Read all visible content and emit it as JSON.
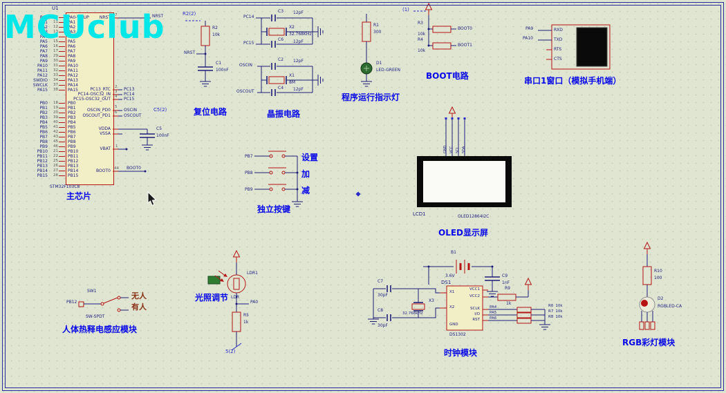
{
  "canvas": {
    "bg": "#dfe5d1",
    "grid_dot": "#c7cdb9",
    "frame": "#2a2aa0",
    "wire": "#1c1c78",
    "component_outline": "#b41414",
    "component_fill": "#f2eec6",
    "module_label_color": "#0808e8",
    "annotation_color": "#2a2ac8",
    "state_label_color": "#8a3014"
  },
  "watermark": {
    "text": "MCUclub",
    "color": "#00e7e7"
  },
  "chip": {
    "ref": "U1",
    "part": "STM32F103C8",
    "module_label": "主芯片",
    "pa_pins": [
      {
        "net": "PA0",
        "num": "10",
        "inner": "PA0-WKUP"
      },
      {
        "net": "PA1",
        "num": "11",
        "inner": "PA1"
      },
      {
        "net": "PA2",
        "num": "12",
        "inner": "PA2"
      },
      {
        "net": "PA3",
        "num": "13",
        "inner": "PA3"
      },
      {
        "net": "PA4",
        "num": "14",
        "inner": "PA4"
      },
      {
        "net": "PA5",
        "num": "15",
        "inner": "PA5"
      },
      {
        "net": "PA6",
        "num": "16",
        "inner": "PA6"
      },
      {
        "net": "PA7",
        "num": "17",
        "inner": "PA7"
      },
      {
        "net": "PA8",
        "num": "29",
        "inner": "PA8"
      },
      {
        "net": "PA9",
        "num": "30",
        "inner": "PA9"
      },
      {
        "net": "PA10",
        "num": "31",
        "inner": "PA10"
      },
      {
        "net": "PA11",
        "num": "32",
        "inner": "PA11"
      },
      {
        "net": "PA12",
        "num": "33",
        "inner": "PA12"
      },
      {
        "net": "SWDIO",
        "num": "34",
        "inner": "PA13"
      },
      {
        "net": "SWCLK",
        "num": "37",
        "inner": "PA14"
      },
      {
        "net": "PA15",
        "num": "38",
        "inner": "PA15"
      }
    ],
    "pb_pins": [
      {
        "net": "PB0",
        "num": "18",
        "inner": "PB0"
      },
      {
        "net": "PB1",
        "num": "19",
        "inner": "PB1"
      },
      {
        "net": "PB2",
        "num": "20",
        "inner": "PB2"
      },
      {
        "net": "PB3",
        "num": "39",
        "inner": "PB3"
      },
      {
        "net": "PB4",
        "num": "40",
        "inner": "PB4"
      },
      {
        "net": "PB5",
        "num": "41",
        "inner": "PB5"
      },
      {
        "net": "PB6",
        "num": "42",
        "inner": "PB6"
      },
      {
        "net": "PB7",
        "num": "43",
        "inner": "PB7"
      },
      {
        "net": "PB8",
        "num": "45",
        "inner": "PB8"
      },
      {
        "net": "PB9",
        "num": "46",
        "inner": "PB9"
      },
      {
        "net": "PB10",
        "num": "21",
        "inner": "PB10"
      },
      {
        "net": "PB11",
        "num": "22",
        "inner": "PB11"
      },
      {
        "net": "PB12",
        "num": "25",
        "inner": "PB12"
      },
      {
        "net": "PB13",
        "num": "26",
        "inner": "PB13"
      },
      {
        "net": "PB14",
        "num": "27",
        "inner": "PB14"
      },
      {
        "net": "PB15",
        "num": "28",
        "inner": "PB15"
      }
    ],
    "right": {
      "nrst": {
        "num": "7",
        "inner": "NRST",
        "net": "NRST"
      },
      "pc13": {
        "num": "2",
        "inner": "PC13_RTC",
        "net": "PC13"
      },
      "pc14": {
        "num": "3",
        "inner": "PC14-OSC32_IN",
        "net": "PC14"
      },
      "pc15": {
        "num": "4",
        "inner": "PC15-OSC32_OUT",
        "net": "PC15"
      },
      "oscin": {
        "num": "5",
        "inner": "OSCIN_PD0",
        "net": "OSCIN"
      },
      "oscout": {
        "num": "6",
        "inner": "OSCOUT_PD1",
        "net": "OSCOUT"
      },
      "vdda": {
        "inner": "VDDA"
      },
      "vssa": {
        "inner": "VSSA"
      },
      "vbat": {
        "num": "1",
        "inner": "VBAT"
      },
      "boot0": {
        "num": "44",
        "inner": "BOOT0",
        "net": "BOOT0"
      },
      "c5": {
        "ref": "C5",
        "val": "100nF",
        "note": "C5(2)"
      }
    }
  },
  "reset": {
    "label": "复位电路",
    "note": "R2(2)",
    "r_ref": "R2",
    "r_val": "10k",
    "net": "NRST",
    "c_ref": "C1",
    "c_val": "100nF"
  },
  "crystal": {
    "label": "晶振电路",
    "lse": {
      "net_top": "PC14",
      "net_bottom": "PC15",
      "cap_top": {
        "ref": "C3",
        "val": "12pF"
      },
      "xtal": {
        "ref": "X2",
        "val": "32.768KHz"
      },
      "cap_bottom": {
        "ref": "C6",
        "val": "12pF"
      }
    },
    "hse": {
      "net_top": "OSCIN",
      "net_bottom": "OSCOUT",
      "cap_top": {
        "ref": "C2",
        "val": "12pF"
      },
      "xtal": {
        "ref": "X1",
        "val": "8M"
      },
      "cap_bottom": {
        "ref": "C4",
        "val": "12pF"
      }
    }
  },
  "indicator": {
    "label": "程序运行指示灯",
    "r_ref": "R1",
    "r_val": "300",
    "d_ref": "D1",
    "d_part": "LED-GREEN"
  },
  "boot": {
    "label": "BOOT电路",
    "note": "(1)",
    "r3_ref": "R3",
    "r3_val": "10k",
    "r4_ref": "R4",
    "r4_val": "10k",
    "net_top": "BOOT0",
    "net_bottom": "BOOT1"
  },
  "serial": {
    "label": "串口1窗口（模拟手机端）",
    "net_rx": "PA9",
    "net_tx": "PA10",
    "pins": [
      "RXD",
      "TXD",
      "RTS",
      "CTS"
    ]
  },
  "keys": {
    "label": "独立按键",
    "rows": [
      {
        "net": "PB7",
        "cn": "设置"
      },
      {
        "net": "PB8",
        "cn": "加"
      },
      {
        "net": "PB9",
        "cn": "减"
      }
    ]
  },
  "oled": {
    "label": "OLED显示屏",
    "ref": "LCD1",
    "part": "OLED12864I2C",
    "pins": [
      "GND",
      "VCC",
      "SCL",
      "SDA"
    ]
  },
  "pir": {
    "label": "人体热释电感应模块",
    "ref": "SW1",
    "part": "SW-SPDT",
    "net": "PB12",
    "state_off": "无人",
    "state_on": "有人"
  },
  "ldr": {
    "label": "光照调节",
    "ref": "LDR1",
    "sub": "LDR",
    "net": "PA0",
    "r_ref": "R5",
    "r_val": "1k",
    "note": "5(2)"
  },
  "clock": {
    "label": "时钟模块",
    "bat_ref": "B1",
    "bat_val": "3.6V",
    "c9_ref": "C9",
    "c9_val": "1nF",
    "ic_ref": "DS1",
    "ic_part": "DS1302",
    "ic_left": [
      "X1",
      "X2",
      "GND"
    ],
    "ic_right": [
      "VCC1",
      "VCC2",
      "SCLK",
      "I/O",
      "RST"
    ],
    "x_ref": "X3",
    "x_val": "32.768kHz",
    "c7_ref": "C7",
    "c7_val": "30pF",
    "c8_ref": "C8",
    "c8_val": "30pF",
    "r9_ref": "R9",
    "r9_val": "1k",
    "nets": [
      "PA4",
      "PA5",
      "PA6"
    ],
    "res": [
      {
        "ref": "R6",
        "val": "10k"
      },
      {
        "ref": "R7",
        "val": "10k"
      },
      {
        "ref": "R8",
        "val": "10k"
      }
    ]
  },
  "rgb": {
    "label": "RGB彩灯模块",
    "r_ref": "R10",
    "r_val": "100",
    "d_ref": "D2",
    "d_part": "RGBLED-CA"
  }
}
